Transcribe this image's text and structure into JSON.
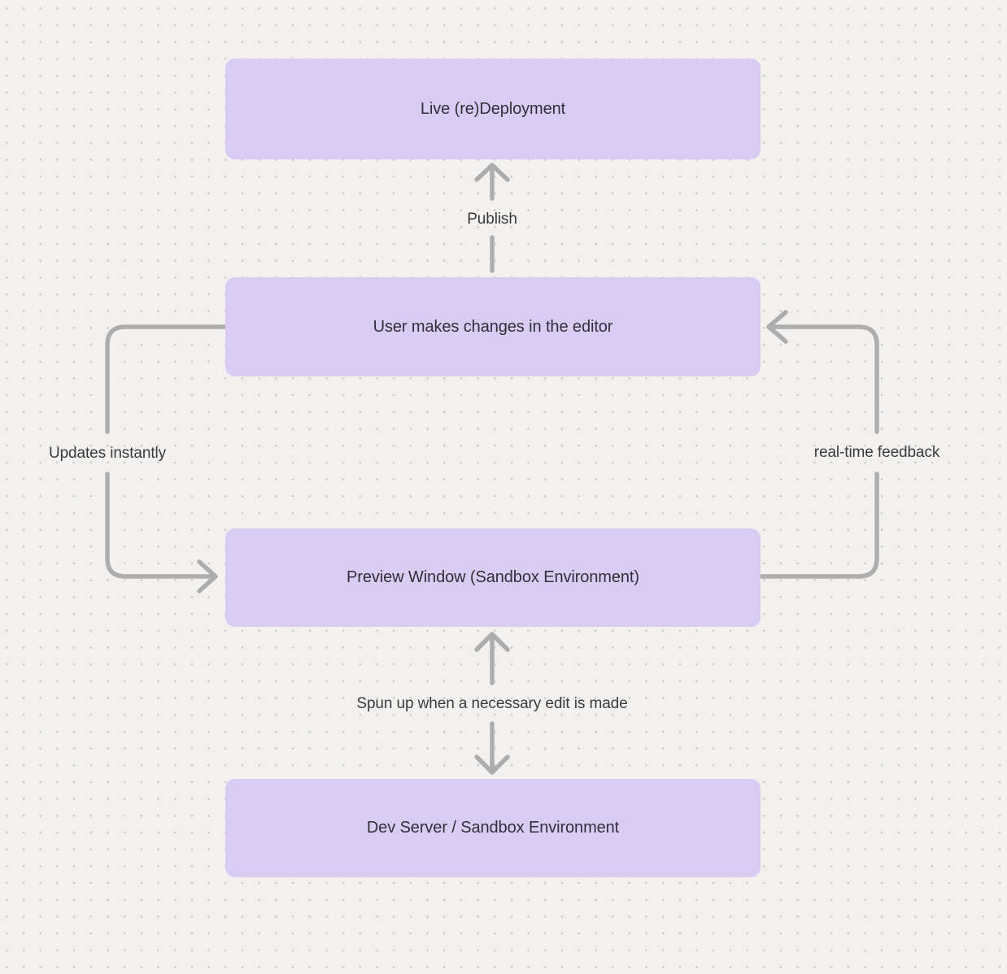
{
  "diagram": {
    "nodes": [
      {
        "id": "live-redeployment",
        "label": "Live (re)Deployment"
      },
      {
        "id": "user-edits",
        "label": "User makes changes in the editor"
      },
      {
        "id": "preview-window",
        "label": "Preview Window (Sandbox Environment)"
      },
      {
        "id": "dev-server",
        "label": "Dev Server / Sandbox Environment"
      }
    ],
    "edges": [
      {
        "label": "Publish",
        "from": "user-edits",
        "to": "live-redeployment",
        "bidirectional": false
      },
      {
        "label": "Updates instantly",
        "from": "user-edits",
        "to": "preview-window",
        "bidirectional": false
      },
      {
        "label": "real-time feedback",
        "from": "preview-window",
        "to": "user-edits",
        "bidirectional": false
      },
      {
        "label": "Spun up when a necessary edit is made",
        "from": "preview-window",
        "to": "dev-server",
        "bidirectional": true
      }
    ],
    "colors": {
      "background": "#f2f1f0",
      "dot": "#c8c8c6",
      "node_fill": "#d8ccf3",
      "node_text": "#312f3a",
      "arrow": "#adadad",
      "label_text": "#3b3b3b"
    }
  }
}
